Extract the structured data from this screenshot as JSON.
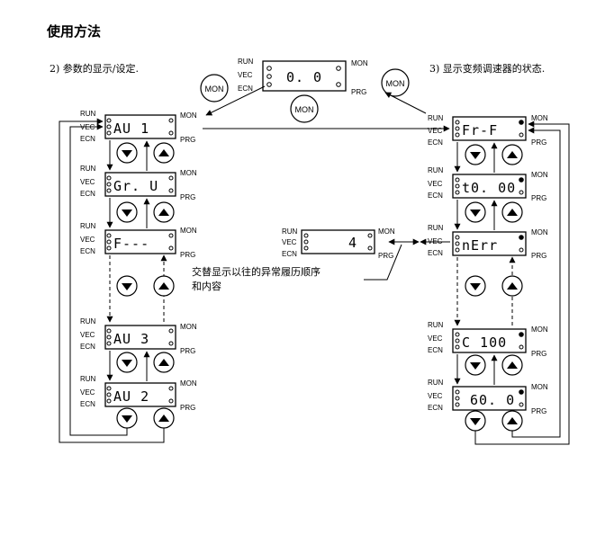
{
  "title": "使用方法",
  "section_left": "2) 参数的显示/设定.",
  "section_right": "3) 显示变频调速器的状态.",
  "labels": {
    "run": "RUN",
    "vec": "VEC",
    "ecn": "ECN",
    "mon": "MON",
    "prg": "PRG"
  },
  "button_text": "MON",
  "top_display": "0. 0",
  "left_displays": [
    "AU 1",
    "Gr. U",
    "F---",
    "AU 3",
    "AU 2"
  ],
  "middle_display": "4",
  "right_displays": [
    "Fr-F",
    "t0. 00",
    "nErr",
    "C 100",
    "60. 0"
  ],
  "note_lines": [
    "交替显示以往的异常履历顺序",
    "和内容"
  ]
}
